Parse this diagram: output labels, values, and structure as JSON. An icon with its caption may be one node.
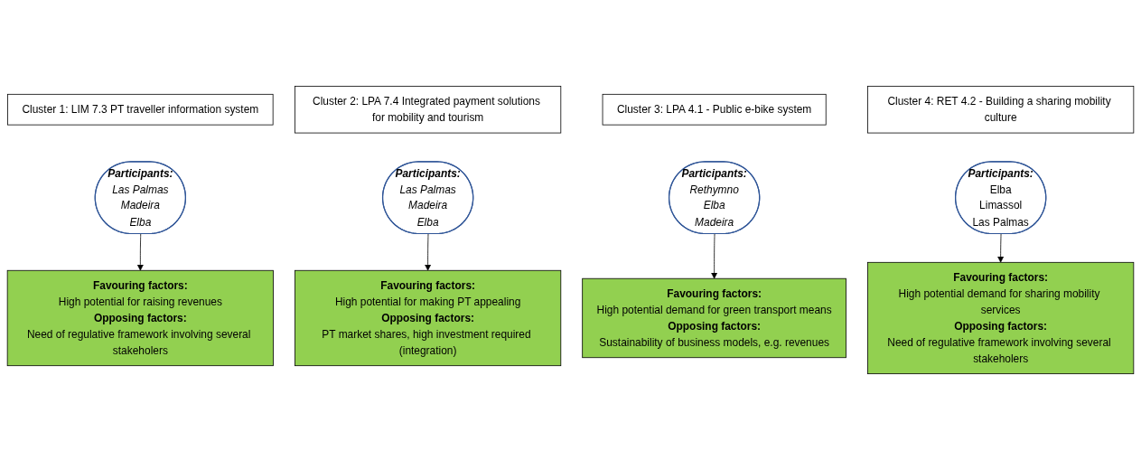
{
  "diagram": {
    "nodes": [
      {
        "text": [
          "Cluster 1: LIM 7.3 PT traveller information system"
        ]
      },
      {
        "text": [
          "Participants:",
          "Las Palmas",
          "Madeira",
          "Elba"
        ]
      },
      {
        "text": [
          "Favouring factors:",
          "High potential for raising revenues",
          "Opposing factors:",
          "Need of regulative framework involving several stakeholers"
        ]
      },
      {
        "text": [
          "Cluster 2: LPA 7.4 Integrated payment solutions for mobility and tourism"
        ]
      },
      {
        "text": [
          "Participants:",
          "Las Palmas",
          "Madeira",
          "Elba"
        ]
      },
      {
        "text": [
          "Favouring factors:",
          "High potential for making PT appealing",
          "Opposing factors:",
          "PT market shares, high investment required (integration)"
        ]
      },
      {
        "text": [
          "Cluster 3: LPA 4.1 - Public e-bike system"
        ]
      },
      {
        "text": [
          "Participants:",
          "Rethymno",
          "Elba",
          "Madeira"
        ]
      },
      {
        "text": [
          "Favouring factors:",
          "High potential demand for green transport means",
          "Opposing factors:",
          "Sustainability of business models, e.g. revenues"
        ]
      },
      {
        "text": [
          "Cluster 4: RET 4.2 - Building a sharing mobility culture"
        ]
      },
      {
        "text": [
          "Participants:",
          "Elba",
          "Limassol",
          "Las Palmas"
        ]
      },
      {
        "text": [
          "Favouring factors:",
          "High potential demand for sharing mobility services",
          "Opposing factors:",
          "Need of regulative framework involving several stakeholers"
        ]
      }
    ],
    "edges": [
      {
        "from": 1,
        "to": 2,
        "arrow": "to"
      },
      {
        "from": 4,
        "to": 5,
        "arrow": "to"
      },
      {
        "from": 7,
        "to": 8,
        "arrow": "to"
      },
      {
        "from": 10,
        "to": 11,
        "arrow": "to"
      }
    ]
  }
}
